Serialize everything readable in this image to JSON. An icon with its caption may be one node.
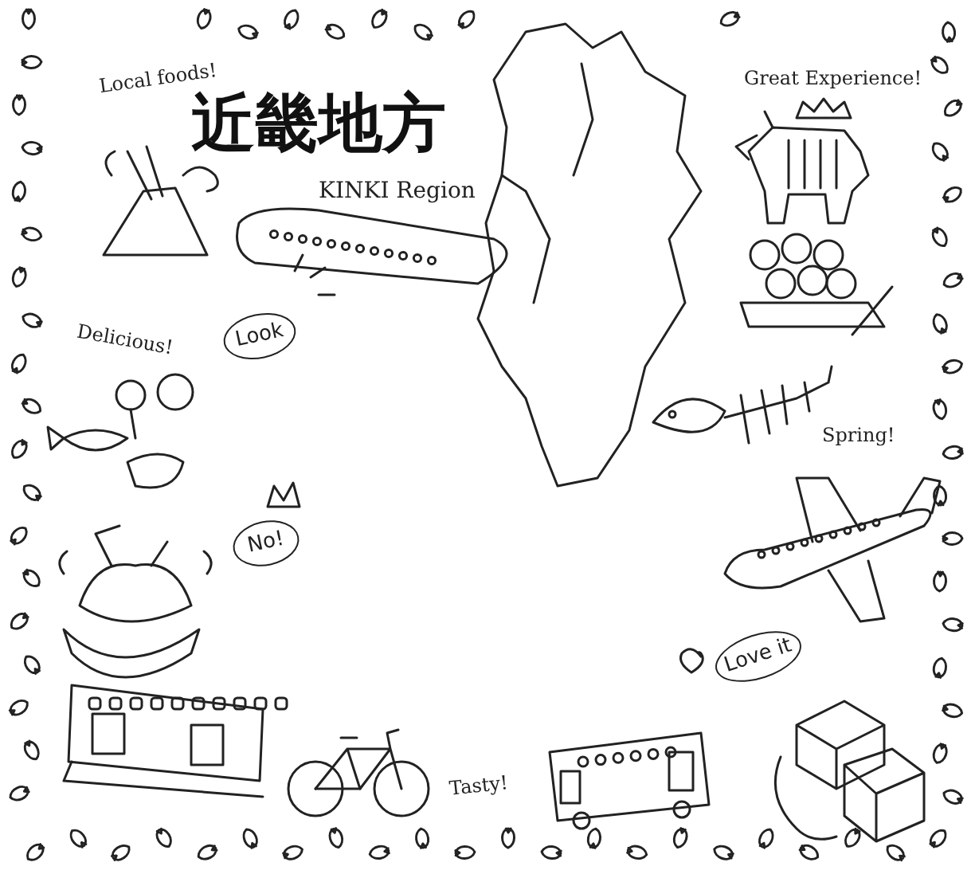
{
  "diagram": {
    "title": "近畿地方",
    "nodes": [
      {
        "text": [
          "Look"
        ]
      },
      {
        "text": [
          "No!"
        ]
      },
      {
        "text": [
          "Love it"
        ]
      }
    ],
    "labels": [
      "Local foods!",
      "KINKI Region",
      "Great Experience!",
      "Delicious!",
      "Spring!",
      "Tasty!"
    ]
  }
}
